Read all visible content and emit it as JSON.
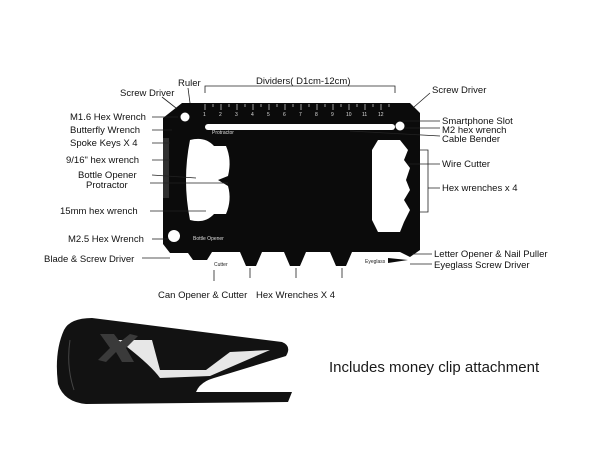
{
  "labels": {
    "ruler": "Ruler",
    "dividers": "Dividers( D1cm-12cm)",
    "screw_driver_left": "Screw Driver",
    "screw_driver_right": "Screw Driver",
    "hex_m16": "M1.6 Hex Wrench",
    "butterfly": "Butterfly Wrench",
    "spoke_keys": "Spoke Keys X 4",
    "hex_9_16": "9/16\" hex wrench",
    "bottle_opener": "Bottle Opener",
    "protractor": "Protractor",
    "hex_15mm": "15mm hex wrench",
    "hex_m25": "M2.5 Hex Wrench",
    "blade_screw": "Blade & Screw Driver",
    "can_opener": "Can Opener & Cutter",
    "hex_wrenches_x4_bottom": "Hex Wrenches X 4",
    "smartphone_slot": "Smartphone Slot",
    "m2_hex": "M2 hex wrench",
    "cable_bender": "Cable Bender",
    "wire_cutter": "Wire Cutter",
    "hex_wrenches_x4_right": "Hex wrenches x 4",
    "letter_opener": "Letter Opener & Nail Puller",
    "eyeglass": "Eyeglass Screw Driver"
  },
  "card_text": {
    "protractor": "Protractor",
    "bottle_opener": "Bottle Opener",
    "cutter": "Cutter",
    "eyeglass": "Eyeglass",
    "ruler_numbers": [
      "1",
      "2",
      "3",
      "4",
      "5",
      "6",
      "7",
      "8",
      "9",
      "10",
      "11",
      "12"
    ]
  },
  "caption": "Includes money clip attachment",
  "colors": {
    "tool": "#0b0b0b",
    "clip": "#121212",
    "text": "#111111"
  }
}
